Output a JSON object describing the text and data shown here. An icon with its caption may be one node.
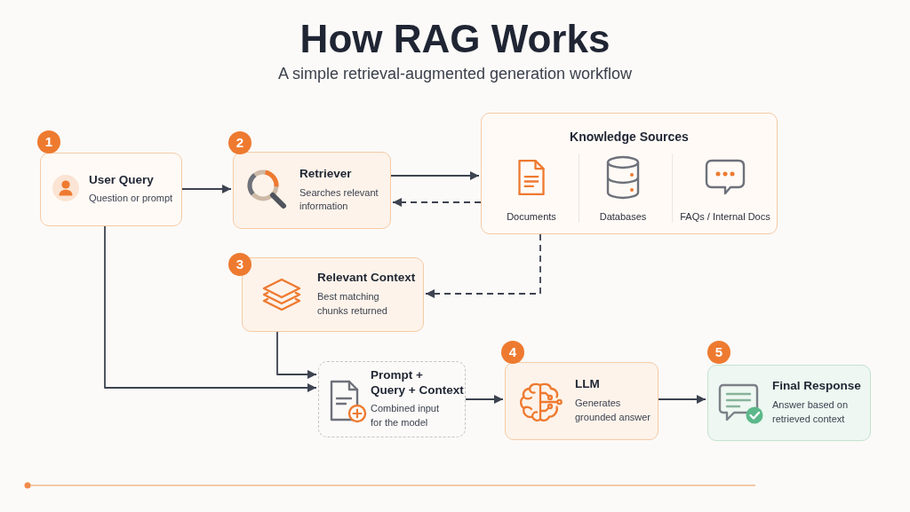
{
  "diagram": {
    "title": "How RAG Works",
    "caption": "A simple retrieval-augmented generation workflow",
    "nodes": [
      {
        "text": [
          "User Query",
          "Question or prompt"
        ],
        "beside": [
          "1"
        ]
      },
      {
        "text": [
          "Retriever",
          "Searches relevant information"
        ],
        "beside": [
          "2"
        ]
      },
      {
        "text": [
          "Knowledge Sources",
          "Documents",
          "Databases",
          "FAQs / Internal Docs"
        ]
      },
      {
        "text": [
          "Relevant Context",
          "Best matching chunks returned"
        ],
        "beside": [
          "3"
        ]
      },
      {
        "text": [
          "Prompt + Query + Context",
          "Combined input for the model"
        ]
      },
      {
        "text": [
          "LLM",
          "Generates grounded answer"
        ],
        "beside": [
          "4"
        ]
      },
      {
        "text": [
          "Final Response",
          "Answer based on retrieved context"
        ],
        "beside": [
          "5"
        ]
      }
    ],
    "edges": [
      {
        "from": 0,
        "to": 1,
        "arrow": "to"
      },
      {
        "from": 1,
        "to": 2,
        "arrow": "to"
      },
      {
        "from": 2,
        "to": 1,
        "arrow": "to",
        "style": "dashed"
      },
      {
        "from": 2,
        "to": 3,
        "arrow": "to",
        "style": "dashed"
      },
      {
        "from": 3,
        "to": 4,
        "arrow": "to"
      },
      {
        "from": 0,
        "to": 4,
        "arrow": "to"
      },
      {
        "from": 4,
        "to": 5,
        "arrow": "to"
      },
      {
        "from": 5,
        "to": 6,
        "arrow": "to"
      }
    ]
  }
}
